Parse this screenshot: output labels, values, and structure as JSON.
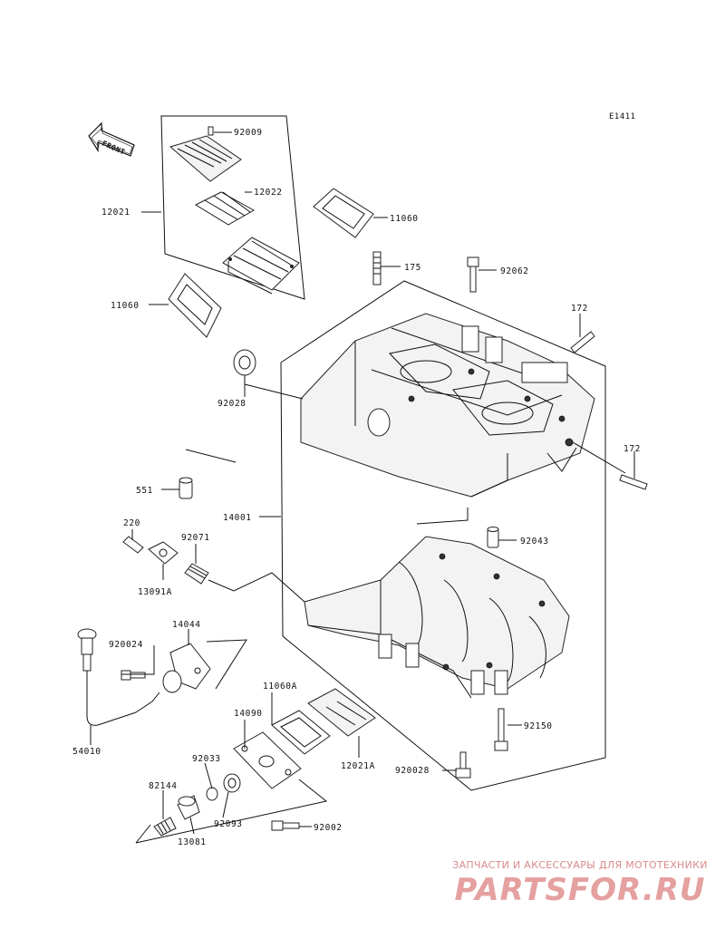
{
  "diagram_code": "E1411",
  "front_label": "FRONT",
  "parts": {
    "p92009": "92009",
    "p12022": "12022",
    "p12021": "12021",
    "p11060_top": "11060",
    "p11060_left": "11060",
    "p175": "175",
    "p92062": "92062",
    "p172_top": "172",
    "p172_right": "172",
    "p92028": "92028",
    "p551": "551",
    "p14001": "14001",
    "p220": "220",
    "p92071": "92071",
    "p13091A": "13091A",
    "p92043": "92043",
    "p14044": "14044",
    "p920024": "920024",
    "p54010": "54010",
    "p11060A": "11060A",
    "p14090": "14090",
    "p92033": "92033",
    "p92093": "92093",
    "p82144": "82144",
    "p13081": "13081",
    "p92002": "92002",
    "p12021A": "12021A",
    "p920028": "920028",
    "p92150": "92150"
  },
  "watermark": {
    "line1": "ЗАПЧАСТИ И АКСЕССУАРЫ ДЛЯ МОТОТЕХНИКИ",
    "line2": "PARTSFOR.RU"
  }
}
